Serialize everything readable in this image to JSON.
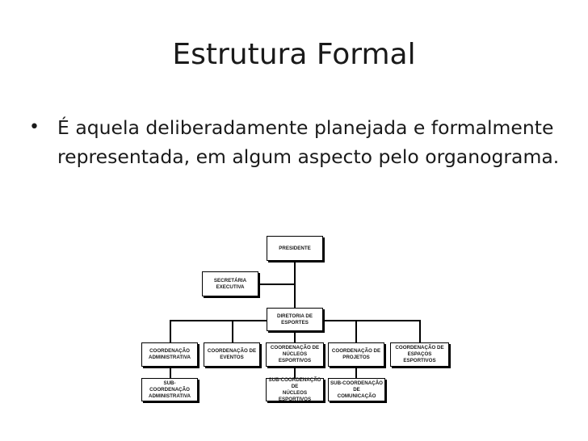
{
  "slide": {
    "title": "Estrutura Formal",
    "bullet_text": "É aquela deliberadamente planejada e formalmente representada, em algum aspecto pelo organograma."
  },
  "org_chart": {
    "presidente": "PRESIDENTE",
    "secretaria": "SECRETÁRIA\nEXECUTIVA",
    "diretoria": "DIRETORIA DE\nESPORTES",
    "coord_admin": "COORDENAÇÃO\nADMINISTRATIVA",
    "coord_eventos": "COORDENAÇÃO DE\nEVENTOS",
    "coord_nucleos": "COORDENAÇÃO DE\nNÚCLEOS ESPORTIVOS",
    "coord_projetos": "COORDENAÇÃO DE\nPROJETOS",
    "coord_espacos": "COORDENAÇÃO DE\nESPAÇOS ESPORTIVOS",
    "sub_admin": "SUB-COORDENAÇÃO\nADMINISTRATIVA",
    "sub_nucleos": "SUB-COORDENAÇÃO DE\nNÚCLEOS ESPORTIVOS",
    "sub_comunicacao": "SUB-COORDENAÇÃO DE\nCOMUNICAÇÃO"
  }
}
